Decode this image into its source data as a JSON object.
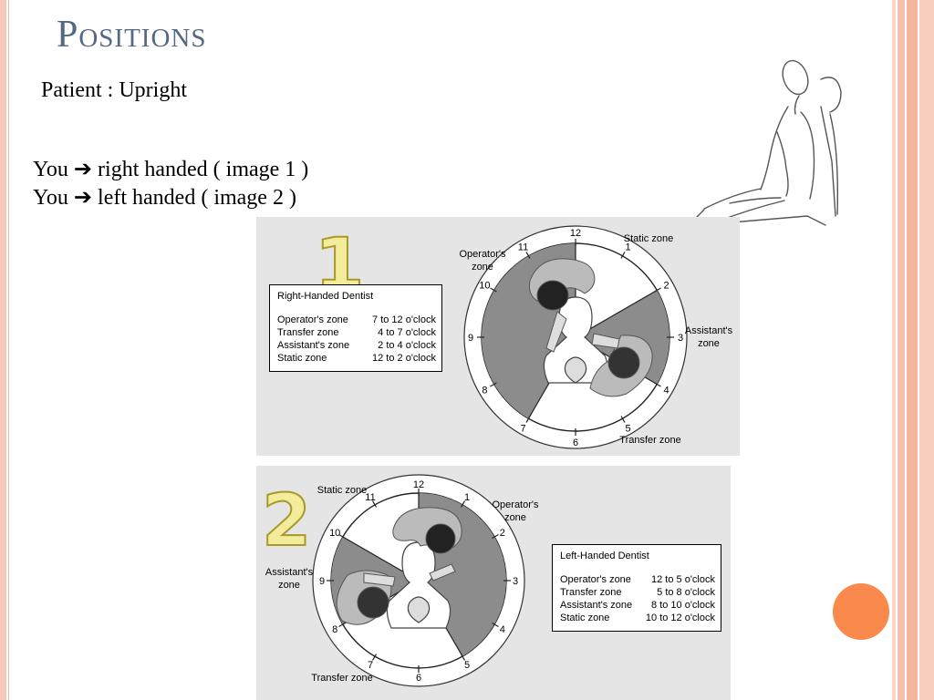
{
  "slide": {
    "title": "Positions",
    "patient_line": "Patient : Upright",
    "you_right": "You ➔ right handed ( image 1 )",
    "you_left": "You ➔ left handed ( image 2 )"
  },
  "colors": {
    "title": "#556883",
    "accent_dot": "#fa8a4c",
    "frame": "#f7c9b8",
    "panel": "#e5e5e5",
    "zone_dark": "#8a8a8a"
  },
  "diagram1": {
    "number": "1",
    "legend_title": "Right-Handed Dentist",
    "legend_rows": [
      {
        "name": "Operator's zone",
        "value": "7 to 12 o'clock"
      },
      {
        "name": "Transfer zone",
        "value": "4 to 7 o'clock"
      },
      {
        "name": "Assistant's zone",
        "value": "2 to 4 o'clock"
      },
      {
        "name": "Static zone",
        "value": "12 to 2 o'clock"
      }
    ],
    "clock": [
      "12",
      "1",
      "2",
      "3",
      "4",
      "5",
      "6",
      "7",
      "8",
      "9",
      "10",
      "11"
    ],
    "zone_labels": {
      "operator": [
        "Operator's",
        "zone"
      ],
      "static": "Static zone",
      "assistant": [
        "Assistant's",
        "zone"
      ],
      "transfer": "Transfer zone"
    }
  },
  "diagram2": {
    "number": "2",
    "legend_title": "Left-Handed Dentist",
    "legend_rows": [
      {
        "name": "Operator's zone",
        "value": "12 to 5 o'clock"
      },
      {
        "name": "Transfer zone",
        "value": "5 to 8 o'clock"
      },
      {
        "name": "Assistant's zone",
        "value": "8 to 10 o'clock"
      },
      {
        "name": "Static zone",
        "value": "10 to 12 o'clock"
      }
    ],
    "clock": [
      "12",
      "1",
      "2",
      "3",
      "4",
      "5",
      "6",
      "7",
      "8",
      "9",
      "10",
      "11"
    ],
    "zone_labels": {
      "operator": [
        "Operator's",
        "zone"
      ],
      "static": "Static zone",
      "assistant": [
        "Assistant's",
        "zone"
      ],
      "transfer": "Transfer zone"
    }
  }
}
